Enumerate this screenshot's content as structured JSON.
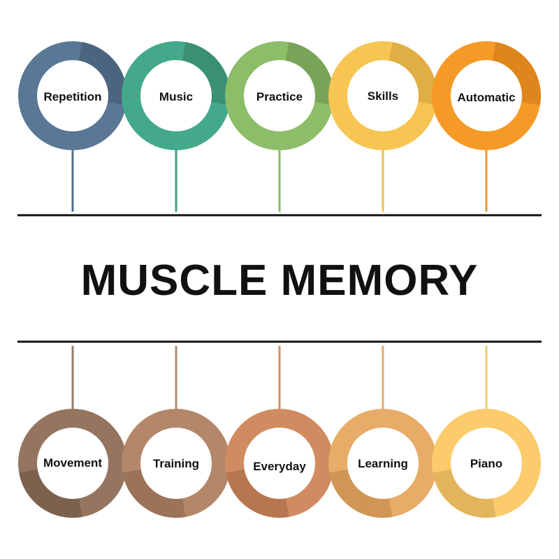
{
  "title": "MUSCLE MEMORY",
  "top_nodes": [
    {
      "label": "Repetition",
      "color": "#5a7796",
      "shade": "#4b6580",
      "stem": "#4f6e8c"
    },
    {
      "label": "Music",
      "color": "#43a98a",
      "shade": "#3a9075",
      "stem": "#3e9e80"
    },
    {
      "label": "Practice",
      "color": "#8cbd68",
      "shade": "#78a457",
      "stem": "#86b862"
    },
    {
      "label": "Skills",
      "color": "#f6c552",
      "shade": "#dfaf45",
      "stem": "#f0c04c"
    },
    {
      "label": "Automatic",
      "color": "#f59a26",
      "shade": "#dc861b",
      "stem": "#e59a3a"
    }
  ],
  "bottom_nodes": [
    {
      "label": "Movement",
      "color": "#957560",
      "shade": "#7d614f",
      "stem": "#9a7c66"
    },
    {
      "label": "Training",
      "color": "#b4876a",
      "shade": "#9c7259",
      "stem": "#b58a6d"
    },
    {
      "label": "Everyday",
      "color": "#d18b60",
      "shade": "#b87650",
      "stem": "#cf8f64"
    },
    {
      "label": "Learning",
      "color": "#e7ac67",
      "shade": "#cf9654",
      "stem": "#e2ab6a"
    },
    {
      "label": "Piano",
      "color": "#fbcb6c",
      "shade": "#e3b45b",
      "stem": "#f3cb75"
    }
  ],
  "line_color": "#111111"
}
